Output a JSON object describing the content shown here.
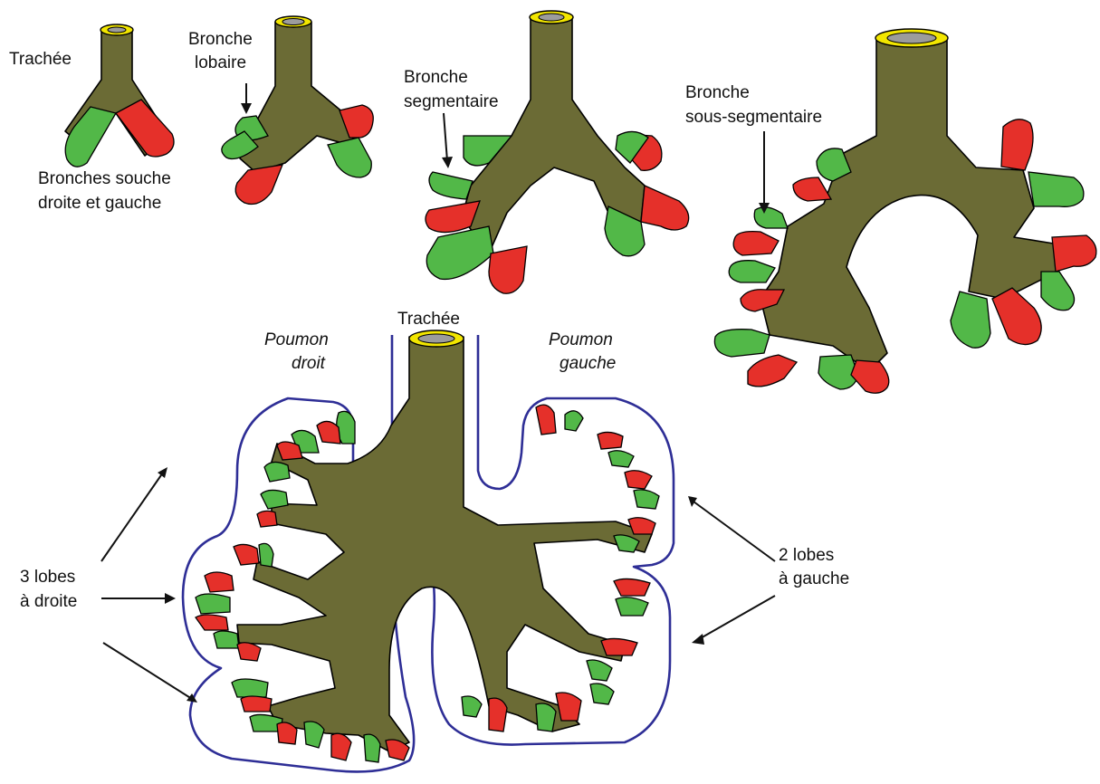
{
  "labels": {
    "trachee_top": "Trachée",
    "bronche_lobaire": [
      "Bronche",
      "lobaire"
    ],
    "bronches_souche": [
      "Bronches souche",
      "droite et gauche"
    ],
    "bronche_segmentaire": [
      "Bronche",
      "segmentaire"
    ],
    "bronche_sous_segmentaire": [
      "Bronche",
      "sous-segmentaire"
    ],
    "trachee_bottom": "Trachée",
    "poumon_droit": [
      "Poumon",
      "droit"
    ],
    "poumon_gauche": [
      "Poumon",
      "gauche"
    ],
    "lobes_droite": [
      "3 lobes",
      "à droite"
    ],
    "lobes_gauche": [
      "2 lobes",
      "à gauche"
    ]
  },
  "colors": {
    "bronchial_tree": "#6b6b35",
    "green_bud": "#52b848",
    "red_bud": "#e5302a",
    "lung_outline": "#2e2e96",
    "trachea_ring": "#f2e600",
    "trachea_lumen": "#9c9c9c"
  }
}
